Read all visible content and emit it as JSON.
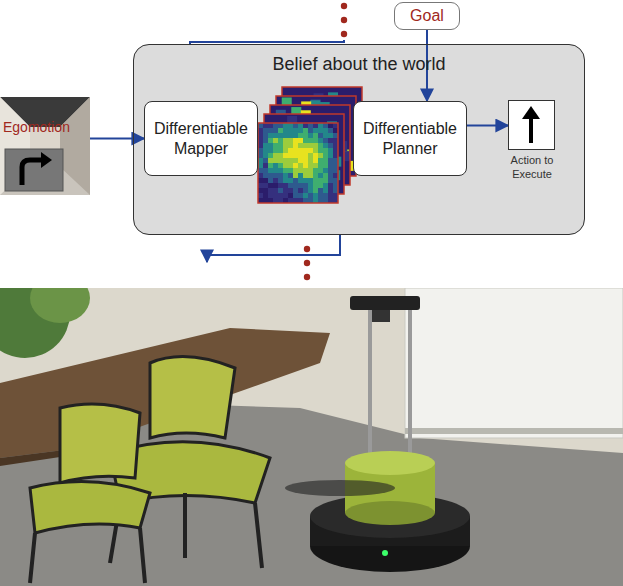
{
  "diagram": {
    "nodes": [
      {
        "text": [
          "Goal"
        ]
      },
      {
        "text": [
          "Belief about the world"
        ]
      },
      {
        "text": [
          "Egomotion"
        ]
      },
      {
        "text": [
          "Differentiable Mapper"
        ],
        "in": 1
      },
      {
        "text": [
          "Differentiable Planner"
        ],
        "in": 1
      },
      {
        "text": [
          "Action to Execute"
        ]
      }
    ],
    "edges": [
      {
        "from": 2,
        "to": 3,
        "arrow": "to"
      },
      {
        "from": 3,
        "to": 4,
        "arrow": "to"
      },
      {
        "from": 0,
        "to": 4,
        "arrow": "to"
      },
      {
        "from": 4,
        "to": 5,
        "arrow": "to"
      }
    ]
  }
}
